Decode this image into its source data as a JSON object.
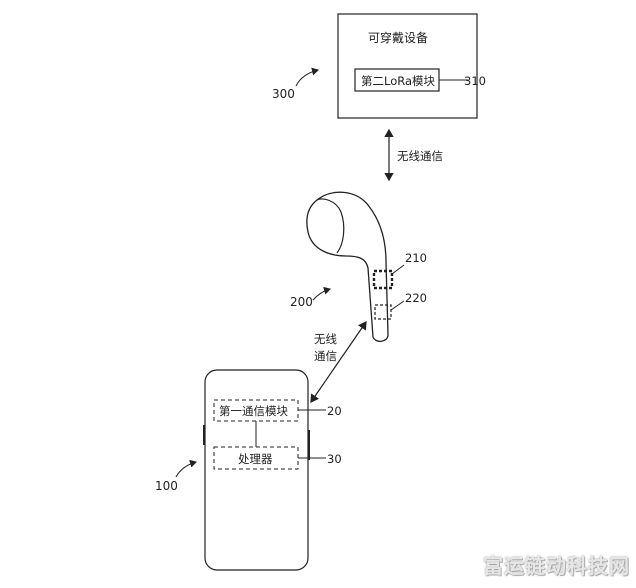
{
  "wearable": {
    "title": "可穿戴设备",
    "module_label": "第二LoRa模块",
    "module_ref": "310",
    "ref": "300"
  },
  "link_top": {
    "label": "无线通信"
  },
  "earbud": {
    "ref": "200",
    "part_a": "210",
    "part_b": "220"
  },
  "link_bottom": {
    "label_line1": "无线",
    "label_line2": "通信"
  },
  "phone": {
    "ref": "100",
    "comm_module_label": "第一通信模块",
    "comm_module_ref": "20",
    "processor_label": "处理器",
    "processor_ref": "30"
  },
  "watermark": "富运链动科技网"
}
